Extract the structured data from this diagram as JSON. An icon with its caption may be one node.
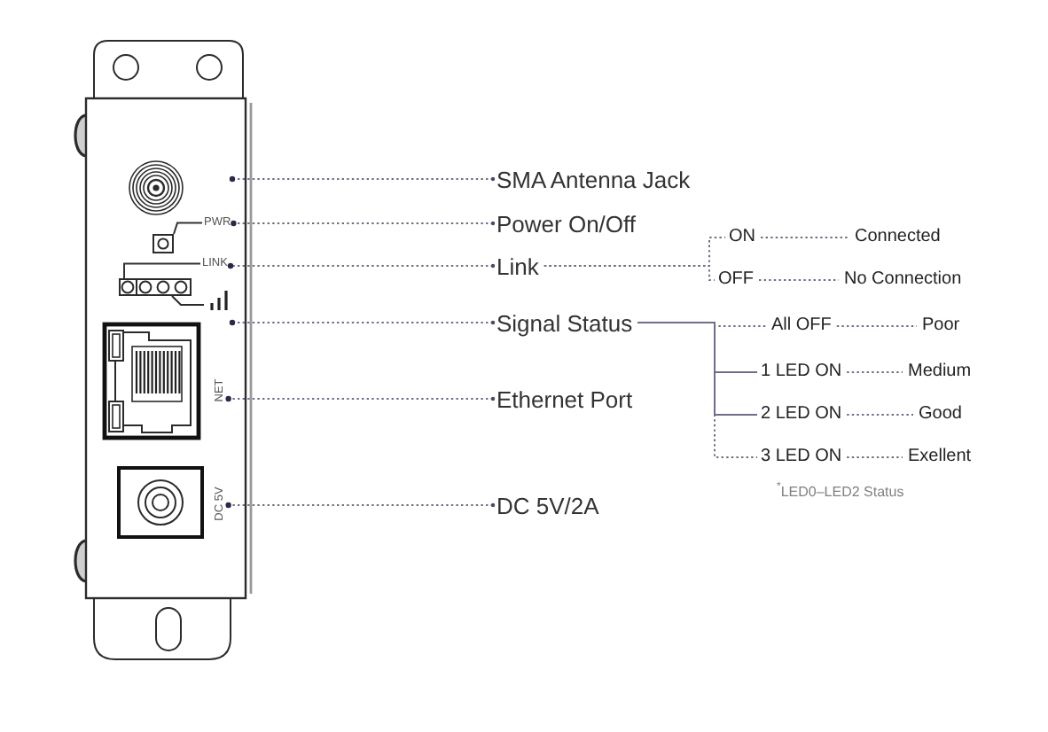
{
  "diagram": {
    "nodes": [
      {
        "text": [],
        "shape": "picture"
      },
      {
        "text": [
          "PWR"
        ],
        "in": 0
      },
      {
        "text": [],
        "shape": "box",
        "in": 0
      },
      {
        "text": [
          "LINK"
        ],
        "in": 0
      },
      {
        "text": [],
        "shape": "box",
        "in": 0
      },
      {
        "text": [
          "NET"
        ],
        "in": 0
      },
      {
        "text": [
          "DC 5V"
        ],
        "in": 0
      },
      {
        "text": [
          "SMA Antenna Jack"
        ]
      },
      {
        "text": [
          "Power On/Off"
        ]
      },
      {
        "text": [
          "Link"
        ]
      },
      {
        "text": [
          "Signal Status"
        ]
      },
      {
        "text": [
          "Ethernet Port"
        ]
      },
      {
        "text": [
          "DC 5V/2A"
        ]
      },
      {
        "text": [
          "ON"
        ]
      },
      {
        "text": [
          "Connected"
        ]
      },
      {
        "text": [
          "OFF"
        ]
      },
      {
        "text": [
          "No Connection"
        ]
      },
      {
        "text": [
          "All OFF"
        ]
      },
      {
        "text": [
          "Poor"
        ]
      },
      {
        "text": [
          "1 LED ON"
        ]
      },
      {
        "text": [
          "Medium"
        ]
      },
      {
        "text": [
          "2 LED ON"
        ]
      },
      {
        "text": [
          "Good"
        ]
      },
      {
        "text": [
          "3 LED ON"
        ]
      },
      {
        "text": [
          "Exellent"
        ]
      }
    ],
    "edges": [
      {
        "from": 7,
        "to": 0,
        "arrow": "other",
        "style": "dashed"
      },
      {
        "from": 8,
        "to": 1,
        "arrow": "other",
        "style": "dashed"
      },
      {
        "from": 9,
        "to": 3,
        "arrow": "other",
        "style": "dashed"
      },
      {
        "from": 10,
        "to": 0,
        "arrow": "other",
        "style": "dashed"
      },
      {
        "from": 11,
        "to": 5,
        "arrow": "other",
        "style": "dashed"
      },
      {
        "from": 12,
        "to": 6,
        "arrow": "other",
        "style": "dashed"
      },
      {
        "from": 1,
        "to": 2,
        "arrow": "none",
        "color": "#333333"
      },
      {
        "from": 3,
        "to": 4,
        "arrow": "none",
        "color": "#333333"
      },
      {
        "from": 9,
        "to": 13,
        "arrow": "none",
        "style": "dashed"
      },
      {
        "from": 9,
        "to": 15,
        "arrow": "none",
        "style": "dashed"
      },
      {
        "from": 13,
        "to": 14,
        "arrow": "none",
        "style": "dashed"
      },
      {
        "from": 15,
        "to": 16,
        "arrow": "none",
        "style": "dashed"
      },
      {
        "from": 10,
        "to": 17,
        "arrow": "none",
        "style": "dashed"
      },
      {
        "from": 10,
        "to": 19,
        "arrow": "none"
      },
      {
        "from": 10,
        "to": 21,
        "arrow": "none"
      },
      {
        "from": 10,
        "to": 23,
        "arrow": "none",
        "style": "dashed"
      },
      {
        "from": 17,
        "to": 18,
        "arrow": "none",
        "style": "dashed"
      },
      {
        "from": 19,
        "to": 20,
        "arrow": "none",
        "style": "dashed"
      },
      {
        "from": 21,
        "to": 22,
        "arrow": "none",
        "style": "dashed"
      },
      {
        "from": 23,
        "to": 24,
        "arrow": "none",
        "style": "dashed"
      }
    ],
    "labels": [
      "$^{*}$LED0–LED2 Status"
    ]
  }
}
